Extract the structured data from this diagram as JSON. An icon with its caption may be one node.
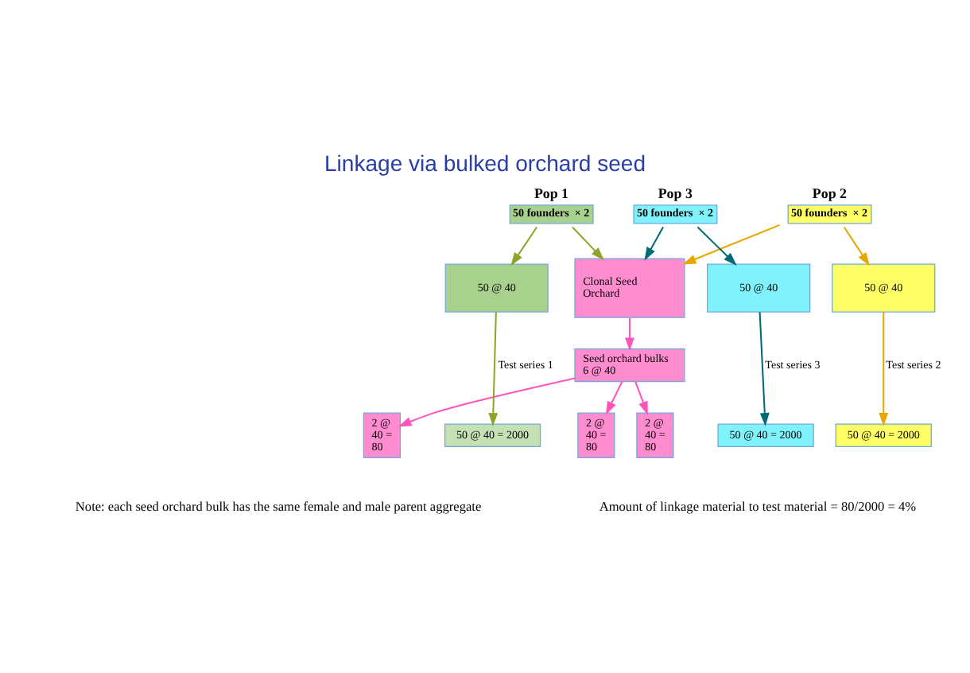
{
  "diagram": {
    "title": "Linkage via bulked orchard seed",
    "nodes": [
      {
        "text": [
          "Pop 1",
          "50 founders  × 2"
        ]
      },
      {
        "text": [
          "Pop 2",
          "50 founders  × 2"
        ]
      },
      {
        "text": [
          "Pop 3",
          "50 founders  × 2"
        ]
      },
      {
        "text": [
          "Clonal Seed Orchard"
        ]
      },
      {
        "text": [
          "Seed orchard bulks 6 @ 40"
        ]
      },
      {
        "text": [
          "50 @ 40"
        ]
      },
      {
        "text": [
          "50 @ 40"
        ]
      },
      {
        "text": [
          "50 @ 40"
        ]
      },
      {
        "text": [
          "2 @ 40 = 80"
        ]
      },
      {
        "text": [
          "50 @ 40 = 2000"
        ]
      },
      {
        "text": [
          "2 @ 40 = 80"
        ]
      },
      {
        "text": [
          "50 @ 40 = 2000"
        ]
      },
      {
        "text": [
          "2 @ 40 = 80"
        ]
      },
      {
        "text": [
          "50 @ 40 = 2000"
        ]
      }
    ],
    "edges": [
      {
        "from": 0,
        "to": 5,
        "arrow": "to",
        "color": "#8ca52a"
      },
      {
        "from": 1,
        "to": 6,
        "arrow": "to",
        "color": "#e6a800"
      },
      {
        "from": 2,
        "to": 7,
        "arrow": "to",
        "color": "#006b75"
      },
      {
        "from": 0,
        "to": 3,
        "arrow": "to",
        "color": "#8ca52a"
      },
      {
        "from": 1,
        "to": 3,
        "arrow": "to",
        "color": "#e6a800"
      },
      {
        "from": 2,
        "to": 3,
        "arrow": "to",
        "color": "#006b75"
      },
      {
        "from": 3,
        "to": 4,
        "arrow": "to",
        "color": "#ff55bb"
      },
      {
        "from": 5,
        "to": 9,
        "arrow": "to",
        "label": "Test series 1",
        "color": "#8ca52a"
      },
      {
        "from": 6,
        "to": 11,
        "arrow": "to",
        "label": "Test series 2",
        "color": "#e6a800"
      },
      {
        "from": 7,
        "to": 13,
        "arrow": "to",
        "label": "Test series 3",
        "color": "#006b75"
      },
      {
        "from": 4,
        "to": 8,
        "arrow": "to",
        "color": "#ff55bb"
      },
      {
        "from": 4,
        "to": 10,
        "arrow": "to",
        "color": "#ff55bb"
      },
      {
        "from": 4,
        "to": 12,
        "arrow": "to",
        "color": "#ff55bb"
      }
    ],
    "labels": [
      "Amount of linkage material to test material = 80/2000 = 4%",
      "Note: each seed orchard bulk has the same female and male parent aggregate"
    ]
  }
}
